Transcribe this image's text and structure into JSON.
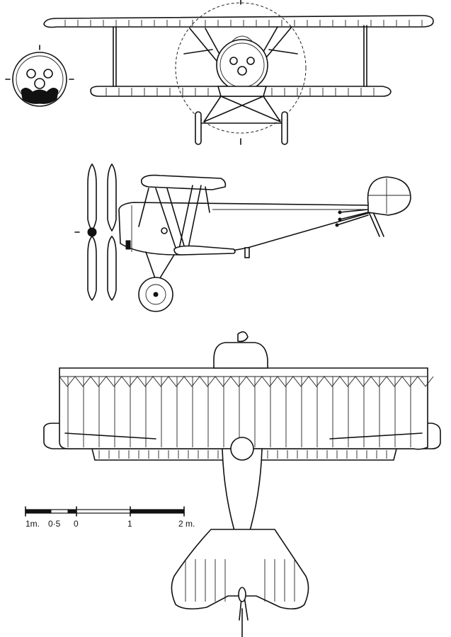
{
  "scale_bar": {
    "labels": [
      "1m.",
      "0·5",
      "0",
      "1",
      "2 m."
    ]
  }
}
